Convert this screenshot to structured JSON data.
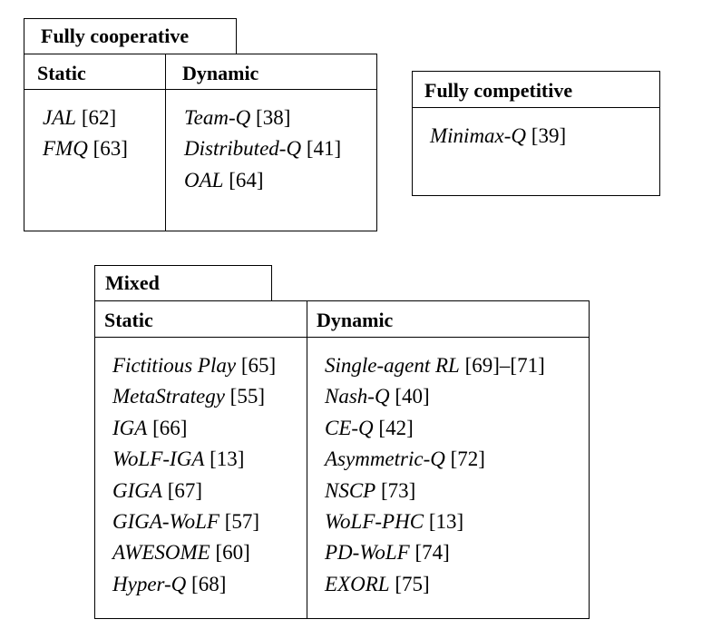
{
  "cooperative": {
    "title": "Fully cooperative",
    "static_header": "Static",
    "dynamic_header": "Dynamic",
    "static_items": [
      {
        "name": "JAL",
        "ref": "[62]"
      },
      {
        "name": "FMQ",
        "ref": "[63]"
      }
    ],
    "dynamic_items": [
      {
        "name": "Team-Q",
        "ref": "[38]"
      },
      {
        "name": "Distributed-Q",
        "ref": "[41]"
      },
      {
        "name": "OAL",
        "ref": "[64]"
      }
    ]
  },
  "competitive": {
    "title": "Fully competitive",
    "items": [
      {
        "name": "Minimax-Q",
        "ref": "[39]"
      }
    ]
  },
  "mixed": {
    "title": "Mixed",
    "static_header": "Static",
    "dynamic_header": "Dynamic",
    "static_items": [
      {
        "name": "Fictitious Play",
        "ref": "[65]"
      },
      {
        "name": "MetaStrategy",
        "ref": "[55]"
      },
      {
        "name": "IGA",
        "ref": "[66]"
      },
      {
        "name": "WoLF-IGA",
        "ref": "[13]"
      },
      {
        "name": "GIGA",
        "ref": "[67]"
      },
      {
        "name": "GIGA-WoLF",
        "ref": "[57]"
      },
      {
        "name": "AWESOME",
        "ref": "[60]"
      },
      {
        "name": "Hyper-Q",
        "ref": "[68]"
      }
    ],
    "dynamic_items": [
      {
        "name": "Single-agent RL",
        "ref": "[69]–[71]"
      },
      {
        "name": "Nash-Q",
        "ref": "[40]"
      },
      {
        "name": "CE-Q",
        "ref": "[42]"
      },
      {
        "name": "Asymmetric-Q",
        "ref": "[72]"
      },
      {
        "name": "NSCP",
        "ref": "[73]"
      },
      {
        "name": "WoLF-PHC",
        "ref": "[13]"
      },
      {
        "name": "PD-WoLF",
        "ref": "[74]"
      },
      {
        "name": "EXORL",
        "ref": "[75]"
      }
    ]
  }
}
